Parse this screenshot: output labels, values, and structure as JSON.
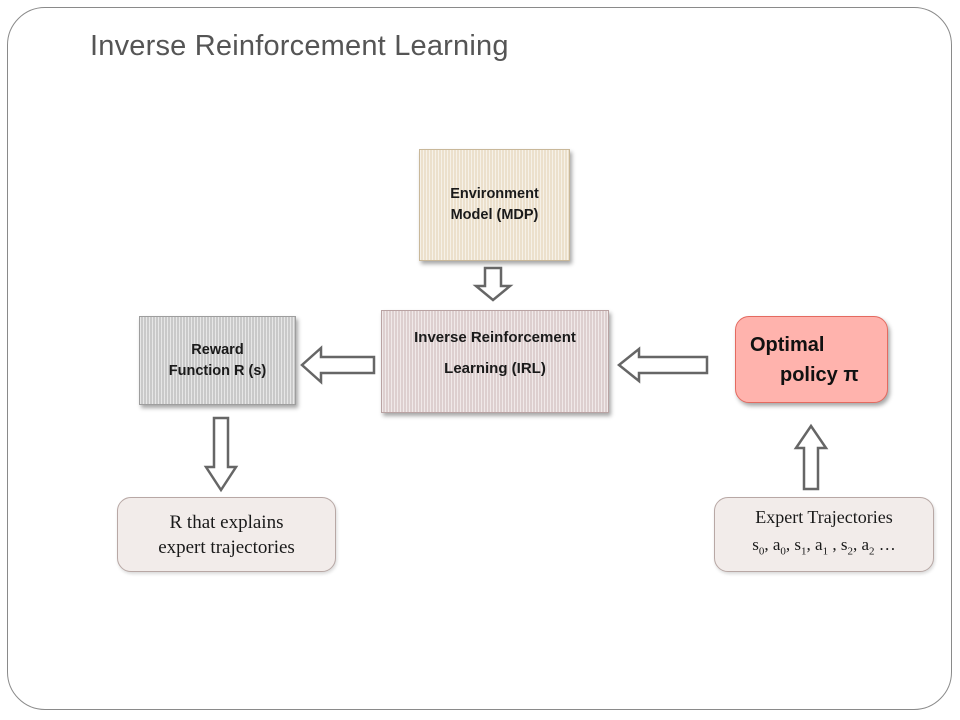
{
  "slide": {
    "title": "Inverse Reinforcement Learning"
  },
  "nodes": {
    "environment": {
      "line1": "Environment",
      "line2": "Model (MDP)"
    },
    "irl": {
      "line1": "Inverse Reinforcement",
      "line2": "Learning (IRL)"
    },
    "reward": {
      "line1": "Reward",
      "line2": "Function R (s)"
    },
    "policy": {
      "line1": "Optimal",
      "line2": "policy π"
    },
    "r_explains": {
      "line1": "R that explains",
      "line2": "expert trajectories"
    },
    "expert": {
      "line1": "Expert Trajectories",
      "seq": [
        {
          "base": "s",
          "sub": "0",
          "sep": ", "
        },
        {
          "base": "a",
          "sub": "0",
          "sep": ", "
        },
        {
          "base": "s",
          "sub": "1",
          "sep": ", "
        },
        {
          "base": "a",
          "sub": "1",
          "sep": " , "
        },
        {
          "base": "s",
          "sub": "2",
          "sep": ", "
        },
        {
          "base": "a",
          "sub": "2",
          "sep": " …"
        }
      ]
    }
  },
  "colors": {
    "environment": "#ece0cc",
    "irl": "#ddcfcf",
    "reward": "#c9c9c9",
    "policy": "#ffb3ad",
    "arrow_stroke": "#666666",
    "title": "#555555"
  }
}
